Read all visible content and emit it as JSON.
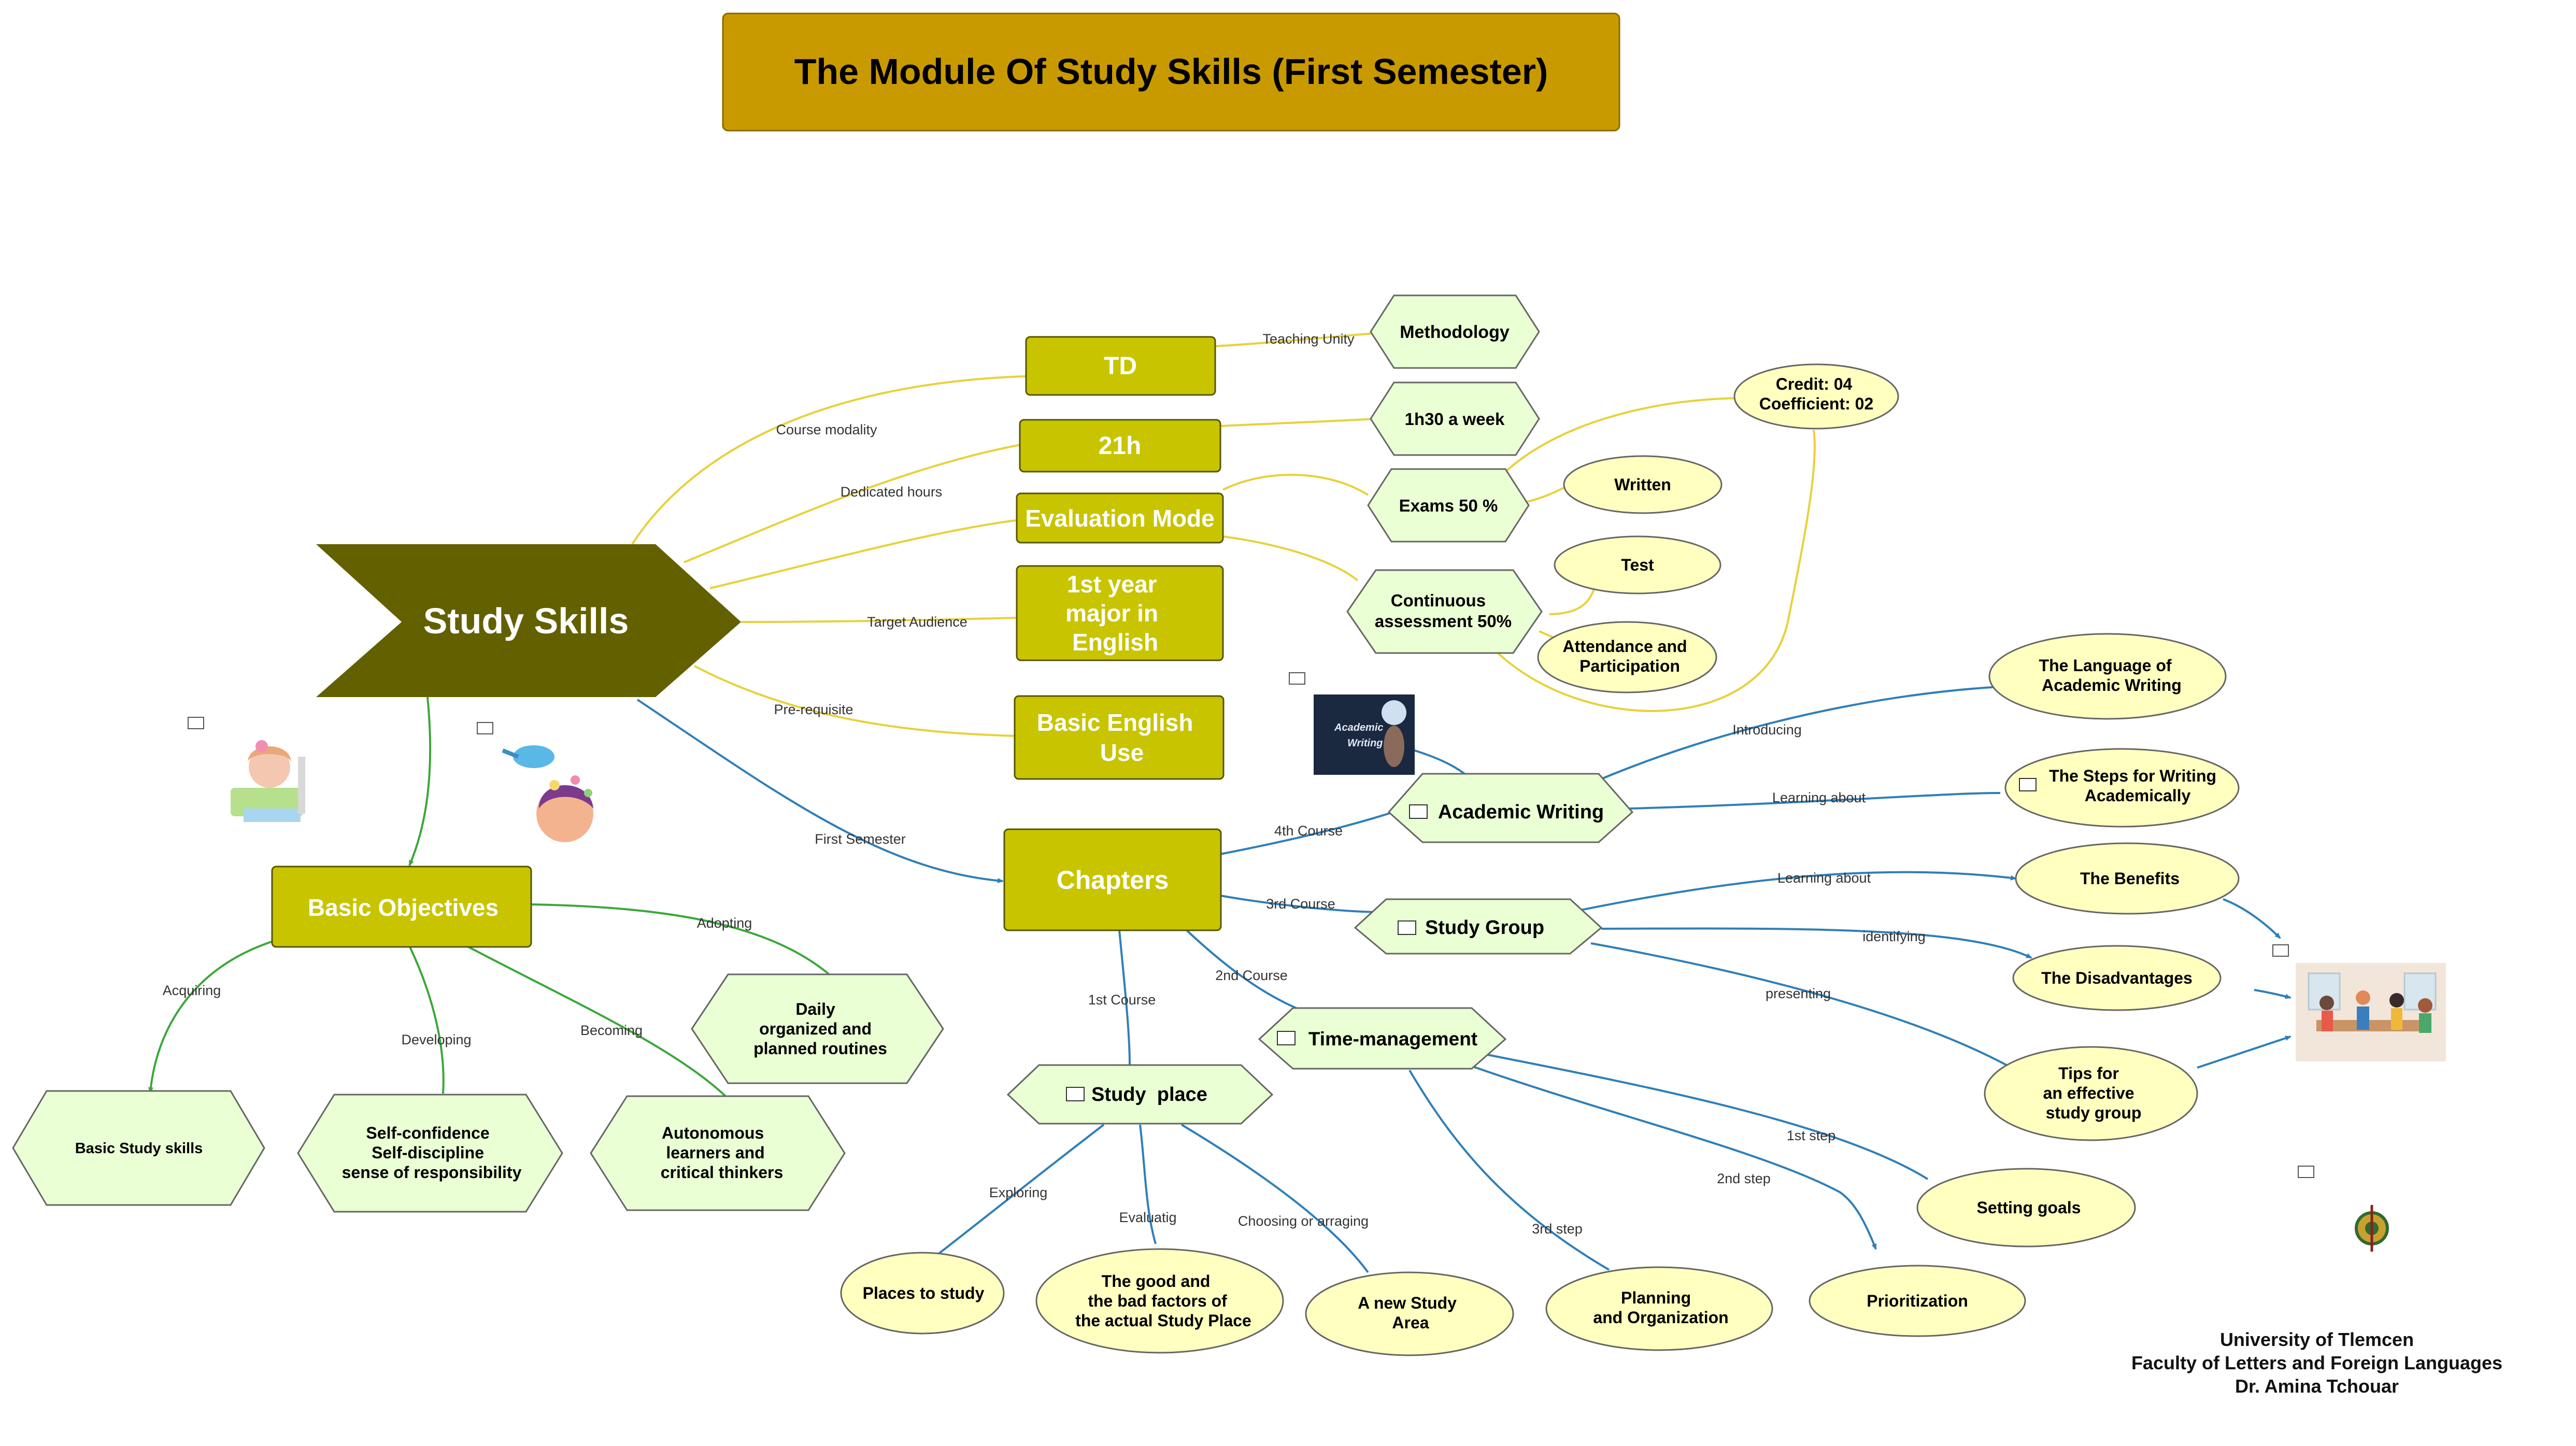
{
  "title": "The Module Of Study Skills (First Semester)",
  "colors": {
    "title_bg": "#c99a00",
    "root": "#636000",
    "olive_box": "#c8c400",
    "hex_fill": "#eaffd4",
    "ellipse_fill": "#ffffc0",
    "link_yellow": "#e6d23a",
    "link_blue": "#2e7fb8",
    "link_green": "#3aa838"
  },
  "nodes": {
    "root": "Study Skills",
    "td": "TD",
    "hours": "21h",
    "eval_mode": "Evaluation Mode",
    "audience": [
      "1st year",
      "major in",
      "English"
    ],
    "prereq": [
      "Basic English",
      "Use"
    ],
    "chapters": "Chapters",
    "objectives": "Basic Objectives",
    "methodology": "Methodology",
    "week": "1h30 a week",
    "exams": "Exams 50 %",
    "continuous": [
      "Continuous",
      "assessment 50%"
    ],
    "credit": [
      "Credit: 04",
      "Coefficient: 02"
    ],
    "written": "Written",
    "test": "Test",
    "attendance": [
      "Attendance and",
      "Participation"
    ],
    "academic_writing": "Academic Writing",
    "language": [
      "The Language of",
      "Academic Writing"
    ],
    "steps_writing": [
      "The Steps for Writing",
      "Academically"
    ],
    "study_group": "Study Group",
    "benefits": "The Benefits",
    "disadvantages": "The Disadvantages",
    "tips": [
      "Tips for",
      "an effective",
      "study group"
    ],
    "time_management": "Time-management",
    "setting_goals": "Setting goals",
    "prioritization": "Prioritization",
    "planning": [
      "Planning",
      "and Organization"
    ],
    "study_place": "Study  place",
    "places": "Places to study",
    "good_bad": [
      "The good and",
      "the bad factors of",
      "the actual Study Place"
    ],
    "new_area": [
      "A new Study",
      "Area"
    ],
    "basic_skills": "Basic Study skills",
    "self": [
      "Self-confidence",
      "Self-discipline",
      "sense of responsibility"
    ],
    "autonomous": [
      "Autonomous",
      "learners and",
      "critical thinkers"
    ],
    "routines": [
      "Daily",
      "organized and",
      "planned routines"
    ]
  },
  "links": {
    "course_modality": "Course modality",
    "dedicated_hours": "Dedicated hours",
    "target_audience": "Target Audience",
    "pre_requisite": "Pre-requisite",
    "first_semester": "First Semester",
    "teaching_unity": "Teaching Unity",
    "fourth_course": "4th Course",
    "third_course": "3rd Course",
    "second_course": "2nd Course",
    "first_course": "1st Course",
    "introducing": "Introducing",
    "learning_about_1": "Learning about",
    "learning_about_2": "Learning about",
    "identifying": "identifying",
    "presenting": "presenting",
    "step1": "1st step",
    "step2": "2nd step",
    "step3": "3rd step",
    "exploring": "Exploring",
    "evaluatig": "Evaluatig",
    "choosing": "Choosing or arraging",
    "acquiring": "Acquiring",
    "developing": "Developing",
    "becoming": "Becoming",
    "adopting": "Adopting"
  },
  "images": {
    "academic_writing_caption": [
      "Academic",
      "Writing"
    ]
  },
  "footer": {
    "line1": "University of Tlemcen",
    "line2": "Faculty of Letters and Foreign Languages",
    "line3": "Dr. Amina Tchouar"
  }
}
